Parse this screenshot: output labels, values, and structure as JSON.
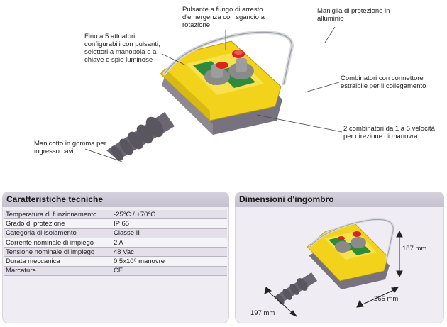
{
  "callouts": {
    "mushroom_button": "Pulsante a fungo di arresto d'emergenza con sgancio a rotazione",
    "protection_handle": "Maniglia di protezione in alluminio",
    "actuators": "Fino a 5 attuatori configurabili con pulsanti, selettori a manopola o a chiave e spie luminose",
    "combinators_connector": "Combinatori con connettore estraibile per il collegamento",
    "two_combinators": "2 combinatori da 1 a 5 velocità per direzione di manovra",
    "rubber_sleeve": "Manicotto in gomma per ingresso cavi"
  },
  "specs": {
    "title": "Caratteristiche tecniche",
    "rows": [
      {
        "label": "Temperatura di funzionamento",
        "value": "-25°C / +70°C"
      },
      {
        "label": "Grado di protezione",
        "value": "IP 65"
      },
      {
        "label": "Categoria di isolamento",
        "value": "Classe II"
      },
      {
        "label": "Corrente nominale di impiego",
        "value": "2 A"
      },
      {
        "label": "Tensione nominale di impiego",
        "value": "48 Vac"
      },
      {
        "label": "Durata meccanica",
        "value": "0.5x10⁶ manovre"
      },
      {
        "label": "Marcature",
        "value": "CE"
      }
    ]
  },
  "dimensions": {
    "title": "Dimensioni d'ingombro",
    "height": "187 mm",
    "width": "265 mm",
    "depth": "197 mm"
  },
  "colors": {
    "housing_yellow": "#f2d21a",
    "housing_gray": "#7a7580",
    "button_red": "#d8261e",
    "panel_green": "#2f8a3c",
    "panel_bg": "#efedf3"
  }
}
